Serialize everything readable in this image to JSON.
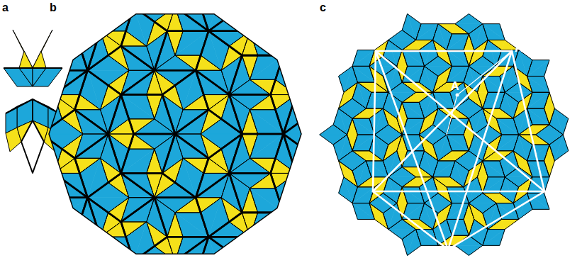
{
  "diagram": {
    "labels": [
      "a",
      "b",
      "c",
      "A",
      "A'"
    ]
  }
}
